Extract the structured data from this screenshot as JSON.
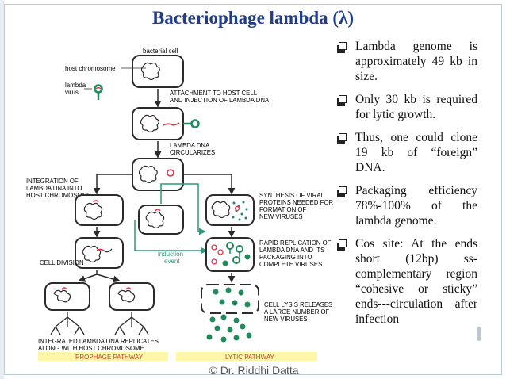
{
  "title": "Bacteriophage lambda (λ)",
  "bullets": [
    "Lambda genome is approximately 49 kb in size.",
    "Only 30 kb is required for lytic growth.",
    "Thus, one could clone 19 kb of “foreign” DNA.",
    "Packaging efficiency 78%-100% of the lambda genome.",
    "Cos site: At the ends short (12bp) ss-complementary region “cohesive or sticky” ends---circulation after infection"
  ],
  "footer": "© Dr. Riddhi Datta",
  "diagram": {
    "labels": {
      "bacterial_cell": "bacterial cell",
      "host_chromosome": "host chromosome",
      "lambda_virus": [
        "lambda",
        "virus"
      ],
      "attachment": [
        "ATTACHMENT TO HOST CELL",
        "AND INJECTION OF LAMBDA DNA"
      ],
      "circularizes": [
        "LAMBDA DNA",
        "CIRCULARIZES"
      ],
      "integration": [
        "INTEGRATION OF",
        "LAMBDA DNA INTO",
        "HOST CHROMOSOME"
      ],
      "synthesis": [
        "SYNTHESIS OF VIRAL",
        "PROTEINS NEEDED FOR",
        "FORMATION OF",
        "NEW VIRUSES"
      ],
      "induction": [
        "induction",
        "event"
      ],
      "rapid": [
        "RAPID REPLICATION OF",
        "LAMBDA DNA AND ITS",
        "PACKAGING INTO",
        "COMPLETE VIRUSES"
      ],
      "cell_division": "CELL DIVISION",
      "lysis": [
        "CELL LYSIS RELEASES",
        "A LARGE NUMBER OF",
        "NEW VIRUSES"
      ],
      "integrated": [
        "INTEGRATED LAMBDA DNA REPLICATES",
        "ALONG WITH HOST CHROMOSOME"
      ],
      "prophage": "PROPHAGE PATHWAY",
      "lytic": "LYTIC PATHWAY"
    },
    "colors": {
      "virus": "#1f8a5c",
      "lambda_dna": "#e0344a",
      "induction": "#2c9a7a",
      "pathway_band": "#fff7a8",
      "pathway_text": "#d13a2a",
      "cell_fill": "#ffffff",
      "cell_stroke": "#2b2b2b"
    }
  }
}
